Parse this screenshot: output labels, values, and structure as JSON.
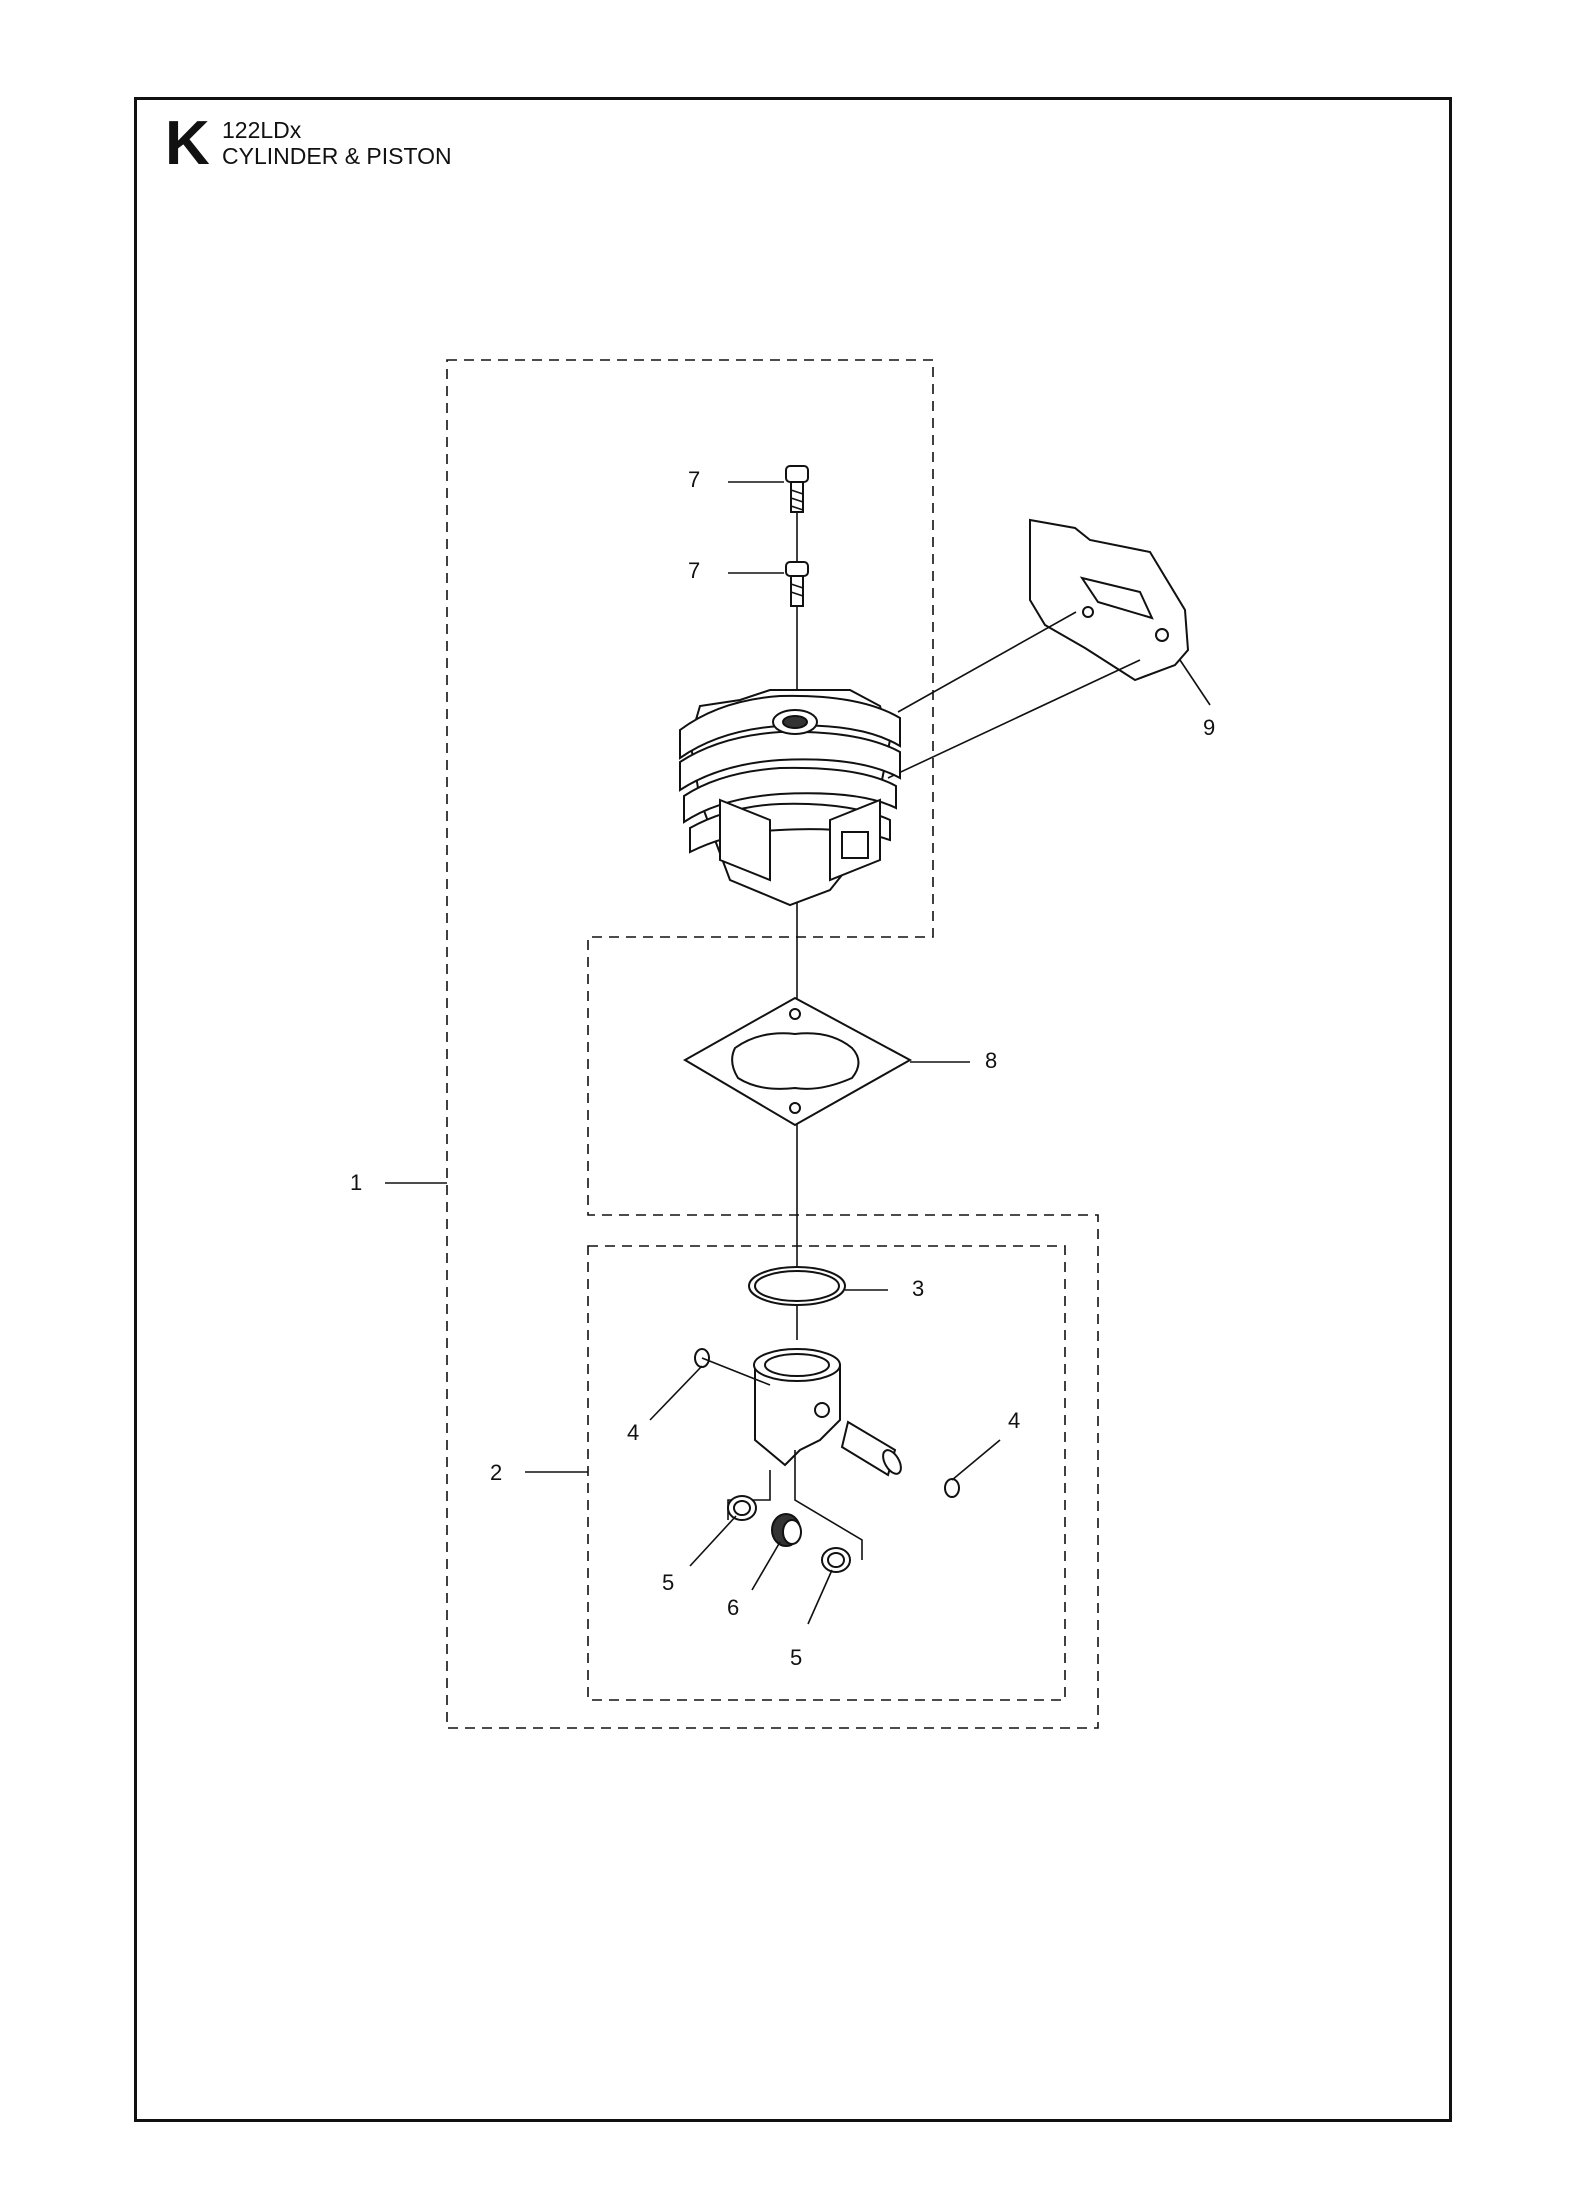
{
  "header": {
    "section_letter": "K",
    "model": "122LDx",
    "title": "CYLINDER & PISTON"
  },
  "callouts": [
    {
      "id": "c7a",
      "label": "7"
    },
    {
      "id": "c7b",
      "label": "7"
    },
    {
      "id": "c9",
      "label": "9"
    },
    {
      "id": "c8",
      "label": "8"
    },
    {
      "id": "c1",
      "label": "1"
    },
    {
      "id": "c3",
      "label": "3"
    },
    {
      "id": "c4a",
      "label": "4"
    },
    {
      "id": "c4b",
      "label": "4"
    },
    {
      "id": "c2",
      "label": "2"
    },
    {
      "id": "c5a",
      "label": "5"
    },
    {
      "id": "c6",
      "label": "6"
    },
    {
      "id": "c5b",
      "label": "5"
    }
  ],
  "icons": {
    "screw": "screw-icon",
    "cylinder": "cylinder-icon",
    "muffler_gasket": "gasket-icon",
    "base_gasket": "gasket-icon",
    "piston": "piston-icon",
    "piston_ring": "ring-icon",
    "circlip": "circlip-icon",
    "piston_pin": "pin-icon",
    "washer": "washer-icon",
    "needle_bearing": "bearing-icon"
  }
}
